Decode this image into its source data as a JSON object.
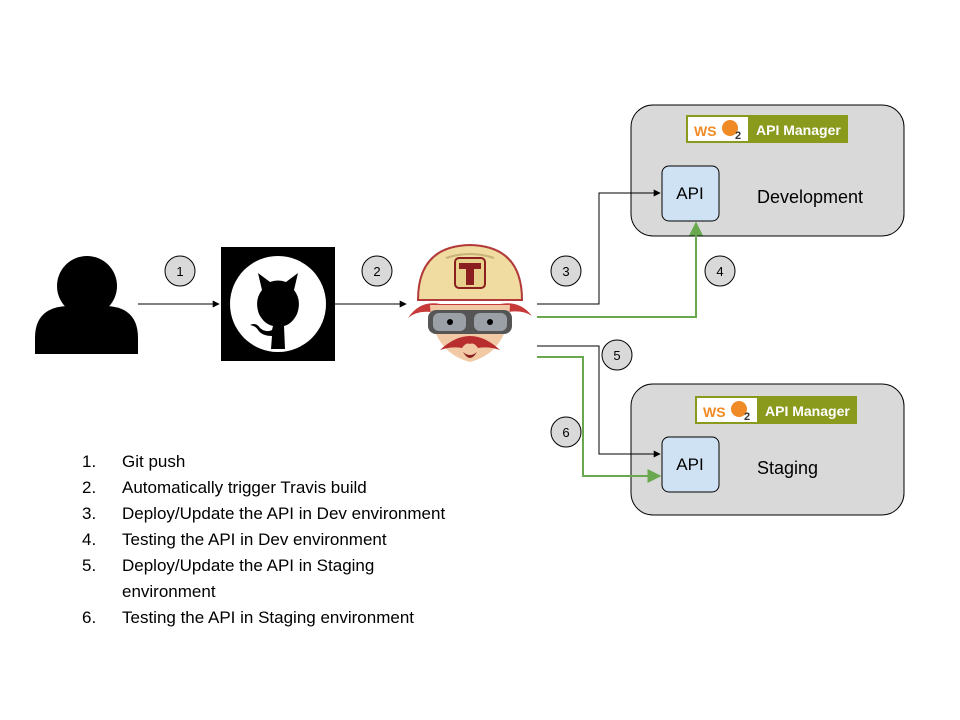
{
  "environments": {
    "development": {
      "name": "Development",
      "api_label": "API"
    },
    "staging": {
      "name": "Staging",
      "api_label": "API"
    }
  },
  "logo": {
    "brand_a": "WS",
    "brand_b": "2",
    "product": "API Manager"
  },
  "step_markers": [
    "1",
    "2",
    "3",
    "4",
    "5",
    "6"
  ],
  "steps": [
    {
      "num": "1.",
      "text": "Git push"
    },
    {
      "num": "2.",
      "text": "Automatically trigger Travis build"
    },
    {
      "num": "3.",
      "text": "Deploy/Update the API in Dev environment"
    },
    {
      "num": "4.",
      "text": "Testing the API in Dev environment"
    },
    {
      "num": "5.",
      "text": "Deploy/Update the API in Staging environment"
    },
    {
      "num": "6.",
      "text": "Testing the API in Staging environment"
    }
  ],
  "colors": {
    "box_fill": "#d9d9d9",
    "api_fill": "#cfe2f3",
    "green_arrow": "#6aa84f",
    "logo_olive": "#8a9a1d",
    "logo_orange": "#f08a24"
  },
  "icons": [
    "user-icon",
    "github-icon",
    "travis-ci-icon",
    "wso2-logo-icon"
  ]
}
